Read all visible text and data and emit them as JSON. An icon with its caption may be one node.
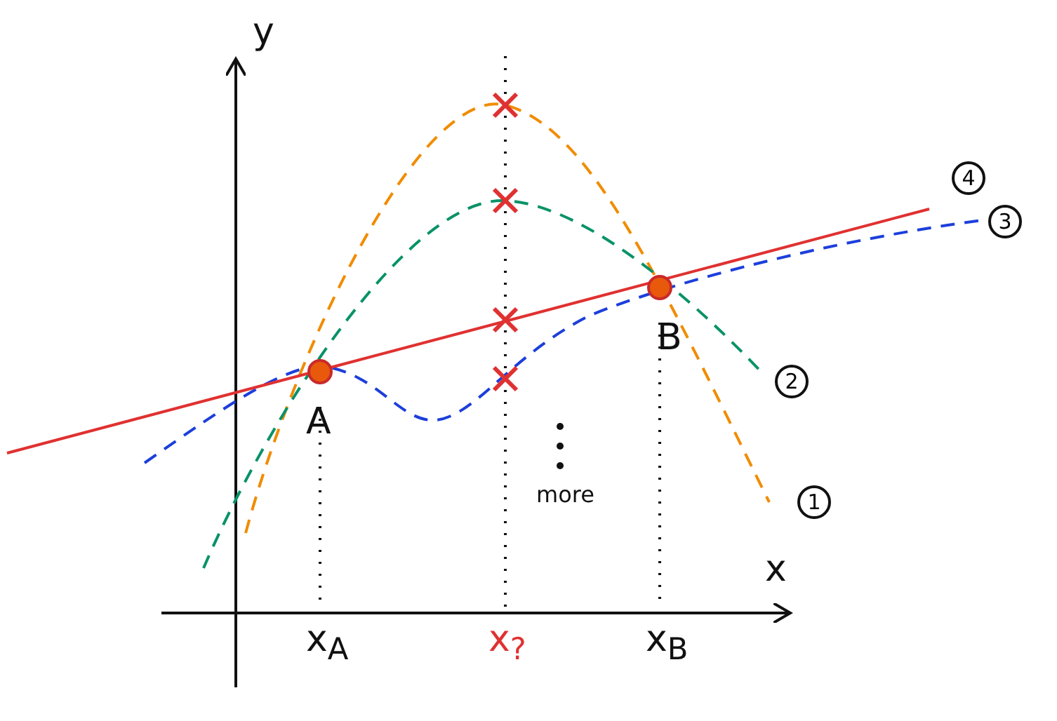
{
  "diagram": {
    "nodes": [
      {
        "text": [
          "4"
        ]
      },
      {
        "text": [
          "3"
        ]
      },
      {
        "text": [
          "2"
        ]
      },
      {
        "text": [
          "1"
        ]
      }
    ],
    "labels": [
      "y",
      "B",
      "A",
      "more",
      "x",
      "x$_{A}$",
      "x$_{?}$",
      "x$_{B}$"
    ]
  }
}
